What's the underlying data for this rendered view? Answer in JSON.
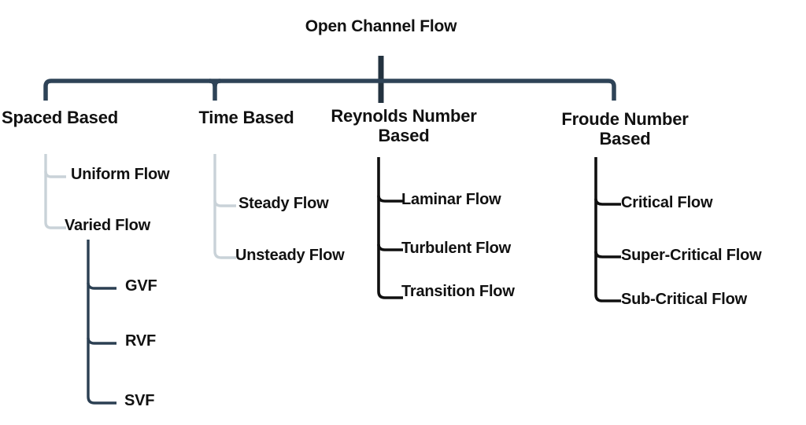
{
  "diagram": {
    "title_node": {
      "label": "Open Channel Flow"
    },
    "colors": {
      "trunk": "#2e4357",
      "light_connector": "#c9d2d8",
      "dark_connector": "#2b3f52",
      "black_connector": "#101010",
      "text": "#111111",
      "background": "#ffffff"
    },
    "branches": [
      {
        "id": "spaced-based",
        "label": "Spaced Based",
        "connector_color": "#c9d2d8",
        "children": [
          {
            "id": "uniform-flow",
            "label": "Uniform Flow"
          },
          {
            "id": "varied-flow",
            "label": "Varied Flow"
          }
        ],
        "sub_branch": {
          "id": "varied-flow-children",
          "parent": "Varied Flow",
          "connector_color": "#2b3f52",
          "children": [
            {
              "id": "gvf",
              "label": "GVF"
            },
            {
              "id": "rvf",
              "label": "RVF"
            },
            {
              "id": "svf",
              "label": "SVF"
            }
          ]
        }
      },
      {
        "id": "time-based",
        "label": "Time Based",
        "connector_color": "#c9d2d8",
        "children": [
          {
            "id": "steady-flow",
            "label": "Steady Flow"
          },
          {
            "id": "unsteady-flow",
            "label": "Unsteady Flow"
          }
        ]
      },
      {
        "id": "reynolds-number-based",
        "label": "Reynolds Number\nBased",
        "connector_color": "#101010",
        "children": [
          {
            "id": "laminar-flow",
            "label": "Laminar Flow"
          },
          {
            "id": "turbulent-flow",
            "label": "Turbulent Flow"
          },
          {
            "id": "transition-flow",
            "label": "Transition Flow"
          }
        ]
      },
      {
        "id": "froude-number-based",
        "label": "Froude Number\nBased",
        "connector_color": "#101010",
        "children": [
          {
            "id": "critical-flow",
            "label": "Critical Flow"
          },
          {
            "id": "super-critical-flow",
            "label": "Super-Critical Flow"
          },
          {
            "id": "sub-critical-flow",
            "label": "Sub-Critical Flow"
          }
        ]
      }
    ]
  }
}
